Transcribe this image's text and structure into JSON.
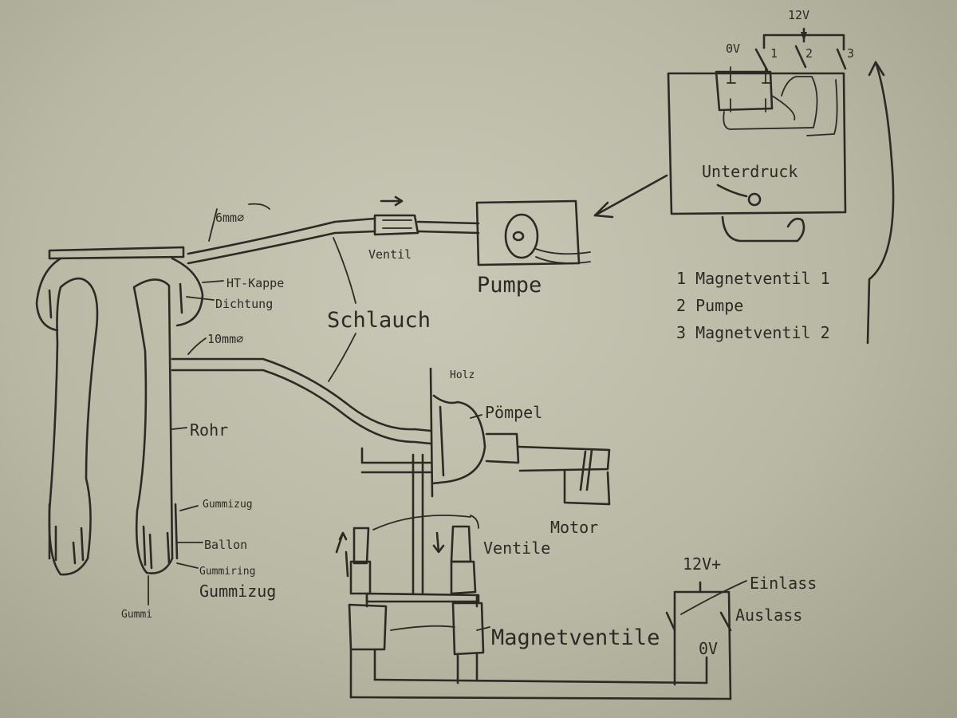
{
  "labels": {
    "v12_top": "12V",
    "v0_top": "0V",
    "sw1": "1",
    "sw2": "2",
    "sw3": "3",
    "unterdruck": "Unterdruck",
    "legend_1": "1 Magnetventil 1",
    "legend_2": "2 Pumpe",
    "legend_3": "3 Magnetventil 2",
    "pumpe": "Pumpe",
    "ventil": "Ventil",
    "mm6": "6mm∅",
    "ht_kappe": "HT-Kappe",
    "dichtung": "Dichtung",
    "schlauch": "Schlauch",
    "mm10": "10mm∅",
    "rohr": "Rohr",
    "holz": "Holz",
    "poempel": "Pömpel",
    "motor": "Motor",
    "gummizug": "Gummizug",
    "ballon": "Ballon",
    "gummiring": "Gummiring",
    "gummizug2": "Gummizug",
    "gummi": "Gummi",
    "ventile": "Ventile",
    "magnetventile": "Magnetventile",
    "v12_plus": "12V+",
    "einlass": "Einlass",
    "auslass": "Auslass",
    "v0_bottom": "0V"
  }
}
